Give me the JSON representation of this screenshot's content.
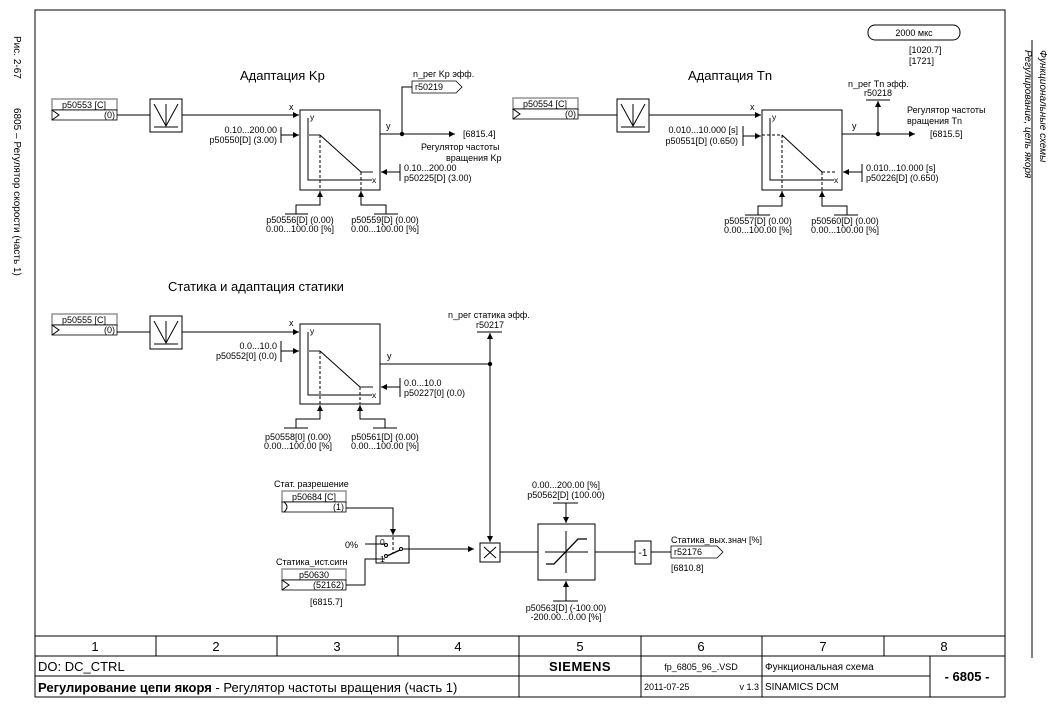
{
  "side_left": {
    "figure": "Рис. 2-67",
    "title": "6805 – Регулятор скорости (часть 1)"
  },
  "side_right": {
    "line1": "Функциональные схемы",
    "line2": "Регулирование, цепь якоря"
  },
  "sample_time": {
    "label": "2000 мкс",
    "ref1": "[1020.7]",
    "ref2": "[1721]"
  },
  "kp": {
    "title": "Адаптация Kp",
    "input_param": "p50553 [C]",
    "input_value": "(0)",
    "x_label": "x",
    "y_label": "y",
    "y_out": "y",
    "upper_range": "0.10...200.00",
    "upper_param": "p50550[D] (3.00)",
    "lower_range": "0.10...200.00",
    "lower_param": "p50225[D] (3.00)",
    "bp1_param": "p50556[D] (0.00)",
    "bp1_range": "0.00...100.00 [%]",
    "bp2_param": "p50559[D] (0.00)",
    "bp2_range": "0.00...100.00 [%]",
    "eff_label": "n_рег Kp эфф.",
    "eff_param": "r50219",
    "out_ref": "[6815.4]",
    "out_desc1": "Регулятор частоты",
    "out_desc2": "вращения Kp"
  },
  "tn": {
    "title": "Адаптация Tn",
    "input_param": "p50554 [C]",
    "input_value": "(0)",
    "x_label": "x",
    "y_label": "y",
    "y_out": "y",
    "upper_range": "0.010...10.000 [s]",
    "upper_param": "p50551[D] (0.650)",
    "lower_range": "0.010...10.000 [s]",
    "lower_param": "p50226[D] (0.650)",
    "bp1_param": "p50557[D] (0.00)",
    "bp1_range": "0.00...100.00 [%]",
    "bp2_param": "p50560[D] (0.00)",
    "bp2_range": "0.00...100.00 [%]",
    "eff_label": "n_рег Tn эфф.",
    "eff_param": "r50218",
    "out_desc1": "Регулятор частоты",
    "out_desc2": "вращения Tn",
    "out_ref": "[6815.5]"
  },
  "droop": {
    "title": "Статика и адаптация статики",
    "input_param": "p50555 [C]",
    "input_value": "(0)",
    "x_label": "x",
    "y_label": "y",
    "y_out": "y",
    "upper_range": "0.0...10.0",
    "upper_param": "p50552[0] (0.0)",
    "lower_range": "0.0...10.0",
    "lower_param": "p50227[0] (0.0)",
    "bp1_param": "p50558[0] (0.00)",
    "bp1_range": "0.00...100.00 [%]",
    "bp2_param": "p50561[D] (0.00)",
    "bp2_range": "0.00...100.00 [%]",
    "eff_label": "n_рег статика эфф.",
    "eff_param": "r50217"
  },
  "enable": {
    "label": "Стат. разрешение",
    "param": "p50684 [C]",
    "value": "(1)"
  },
  "switch": {
    "zero_label": "0%",
    "pos0": "0",
    "pos1": "1"
  },
  "source": {
    "label": "Статика_ист.сигн",
    "param": "p50630",
    "value": "(52162)",
    "ref": "[6815.7]"
  },
  "limiter": {
    "upper_range": "0.00...200.00 [%]",
    "upper_param": "p50562[D] (100.00)",
    "lower_param": "p50563[D] (-100.00)",
    "lower_range": "-200.00...0.00 [%]"
  },
  "invert": {
    "label": "-1"
  },
  "output": {
    "label": "Статика_вых.знач [%]",
    "param": "r52176",
    "ref": "[6810.8]"
  },
  "footer": {
    "columns": [
      "1",
      "2",
      "3",
      "4",
      "5",
      "6",
      "7",
      "8"
    ],
    "do_label": "DO: DC_CTRL",
    "brand": "SIEMENS",
    "file": "fp_6805_96_.VSD",
    "doc_type": "Функциональная схема",
    "page": "- 6805 -",
    "title_bold": "Регулирование цепи якоря",
    "title_rest": " - Регулятор частоты вращения (часть 1)",
    "date": "2011-07-25",
    "version": "v 1.3",
    "product": "SINAMICS DCM"
  }
}
